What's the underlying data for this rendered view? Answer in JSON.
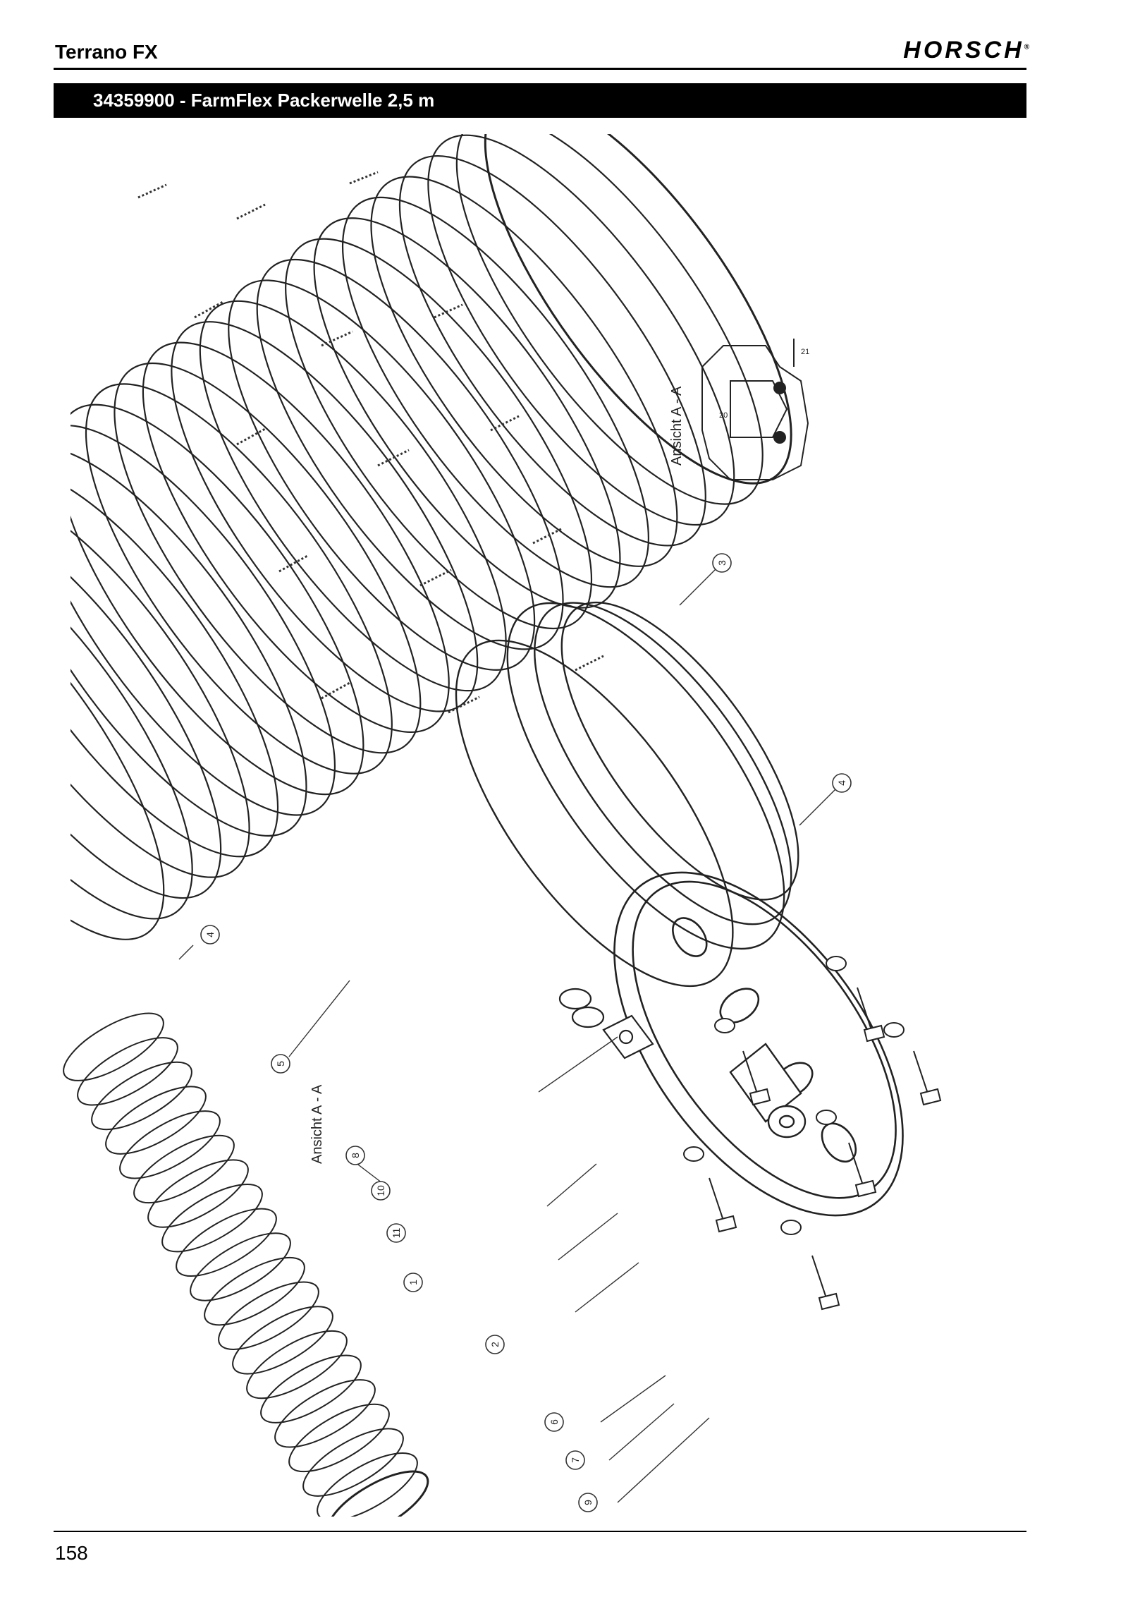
{
  "header": {
    "title": "Terrano FX",
    "brand": "HORSCH"
  },
  "part_bar": {
    "text": "34359900  -  FarmFlex Packerwelle 2,5 m"
  },
  "drawing": {
    "detail_label": "Ansicht A - A",
    "section_label": "Ansicht A - A",
    "dim_top": "21",
    "dim_mid": "20",
    "callouts": [
      "1",
      "2",
      "3",
      "4",
      "4",
      "5",
      "6",
      "7",
      "8",
      "9",
      "10",
      "11"
    ]
  },
  "footer": {
    "page_number": "158"
  }
}
